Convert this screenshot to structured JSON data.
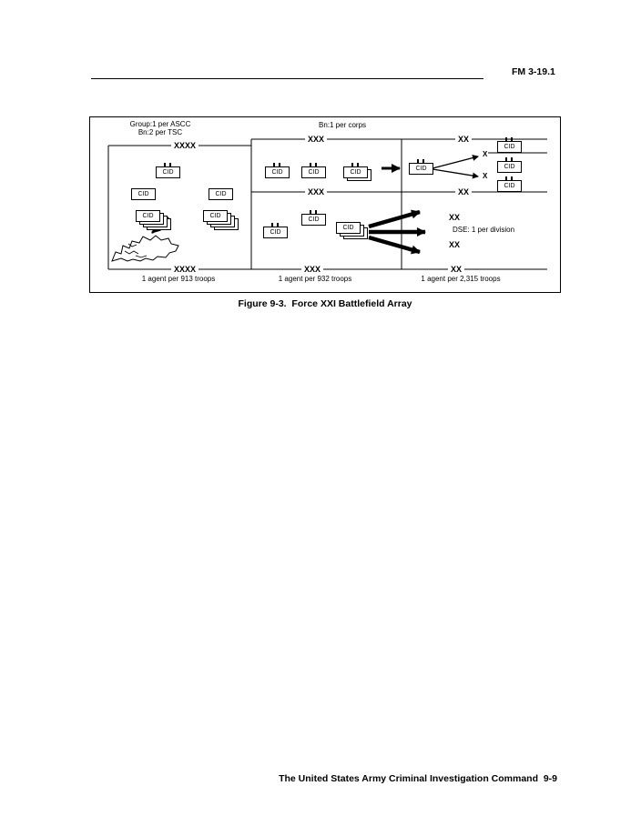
{
  "header": {
    "doc_id": "FM 3-19.1"
  },
  "figure": {
    "caption": "Figure 9-3.  Force XXI Battlefield Array",
    "cid": "CID",
    "left": {
      "note1": "Group:1 per ASCC",
      "note2": "Bn:2 per TSC",
      "ech_top": "XXXX",
      "ech_bottom": "XXXX",
      "agents": "1 agent per 913 troops"
    },
    "middle": {
      "note": "Bn:1 per corps",
      "ech_top": "XXX",
      "ech_mid": "XXX",
      "ech_bottom": "XXX",
      "agents": "1 agent per 932 troops"
    },
    "right": {
      "ech_top": "XX",
      "ech_mid": "XX",
      "xx_a": "XX",
      "dse": "DSE: 1 per division",
      "xx_b": "XX",
      "ech_bottom": "XX",
      "agents": "1 agent per 2,315 troops",
      "x1": "X",
      "x2": "X"
    }
  },
  "footer": {
    "text": "The United States Army Criminal Investigation Command  9-9"
  }
}
